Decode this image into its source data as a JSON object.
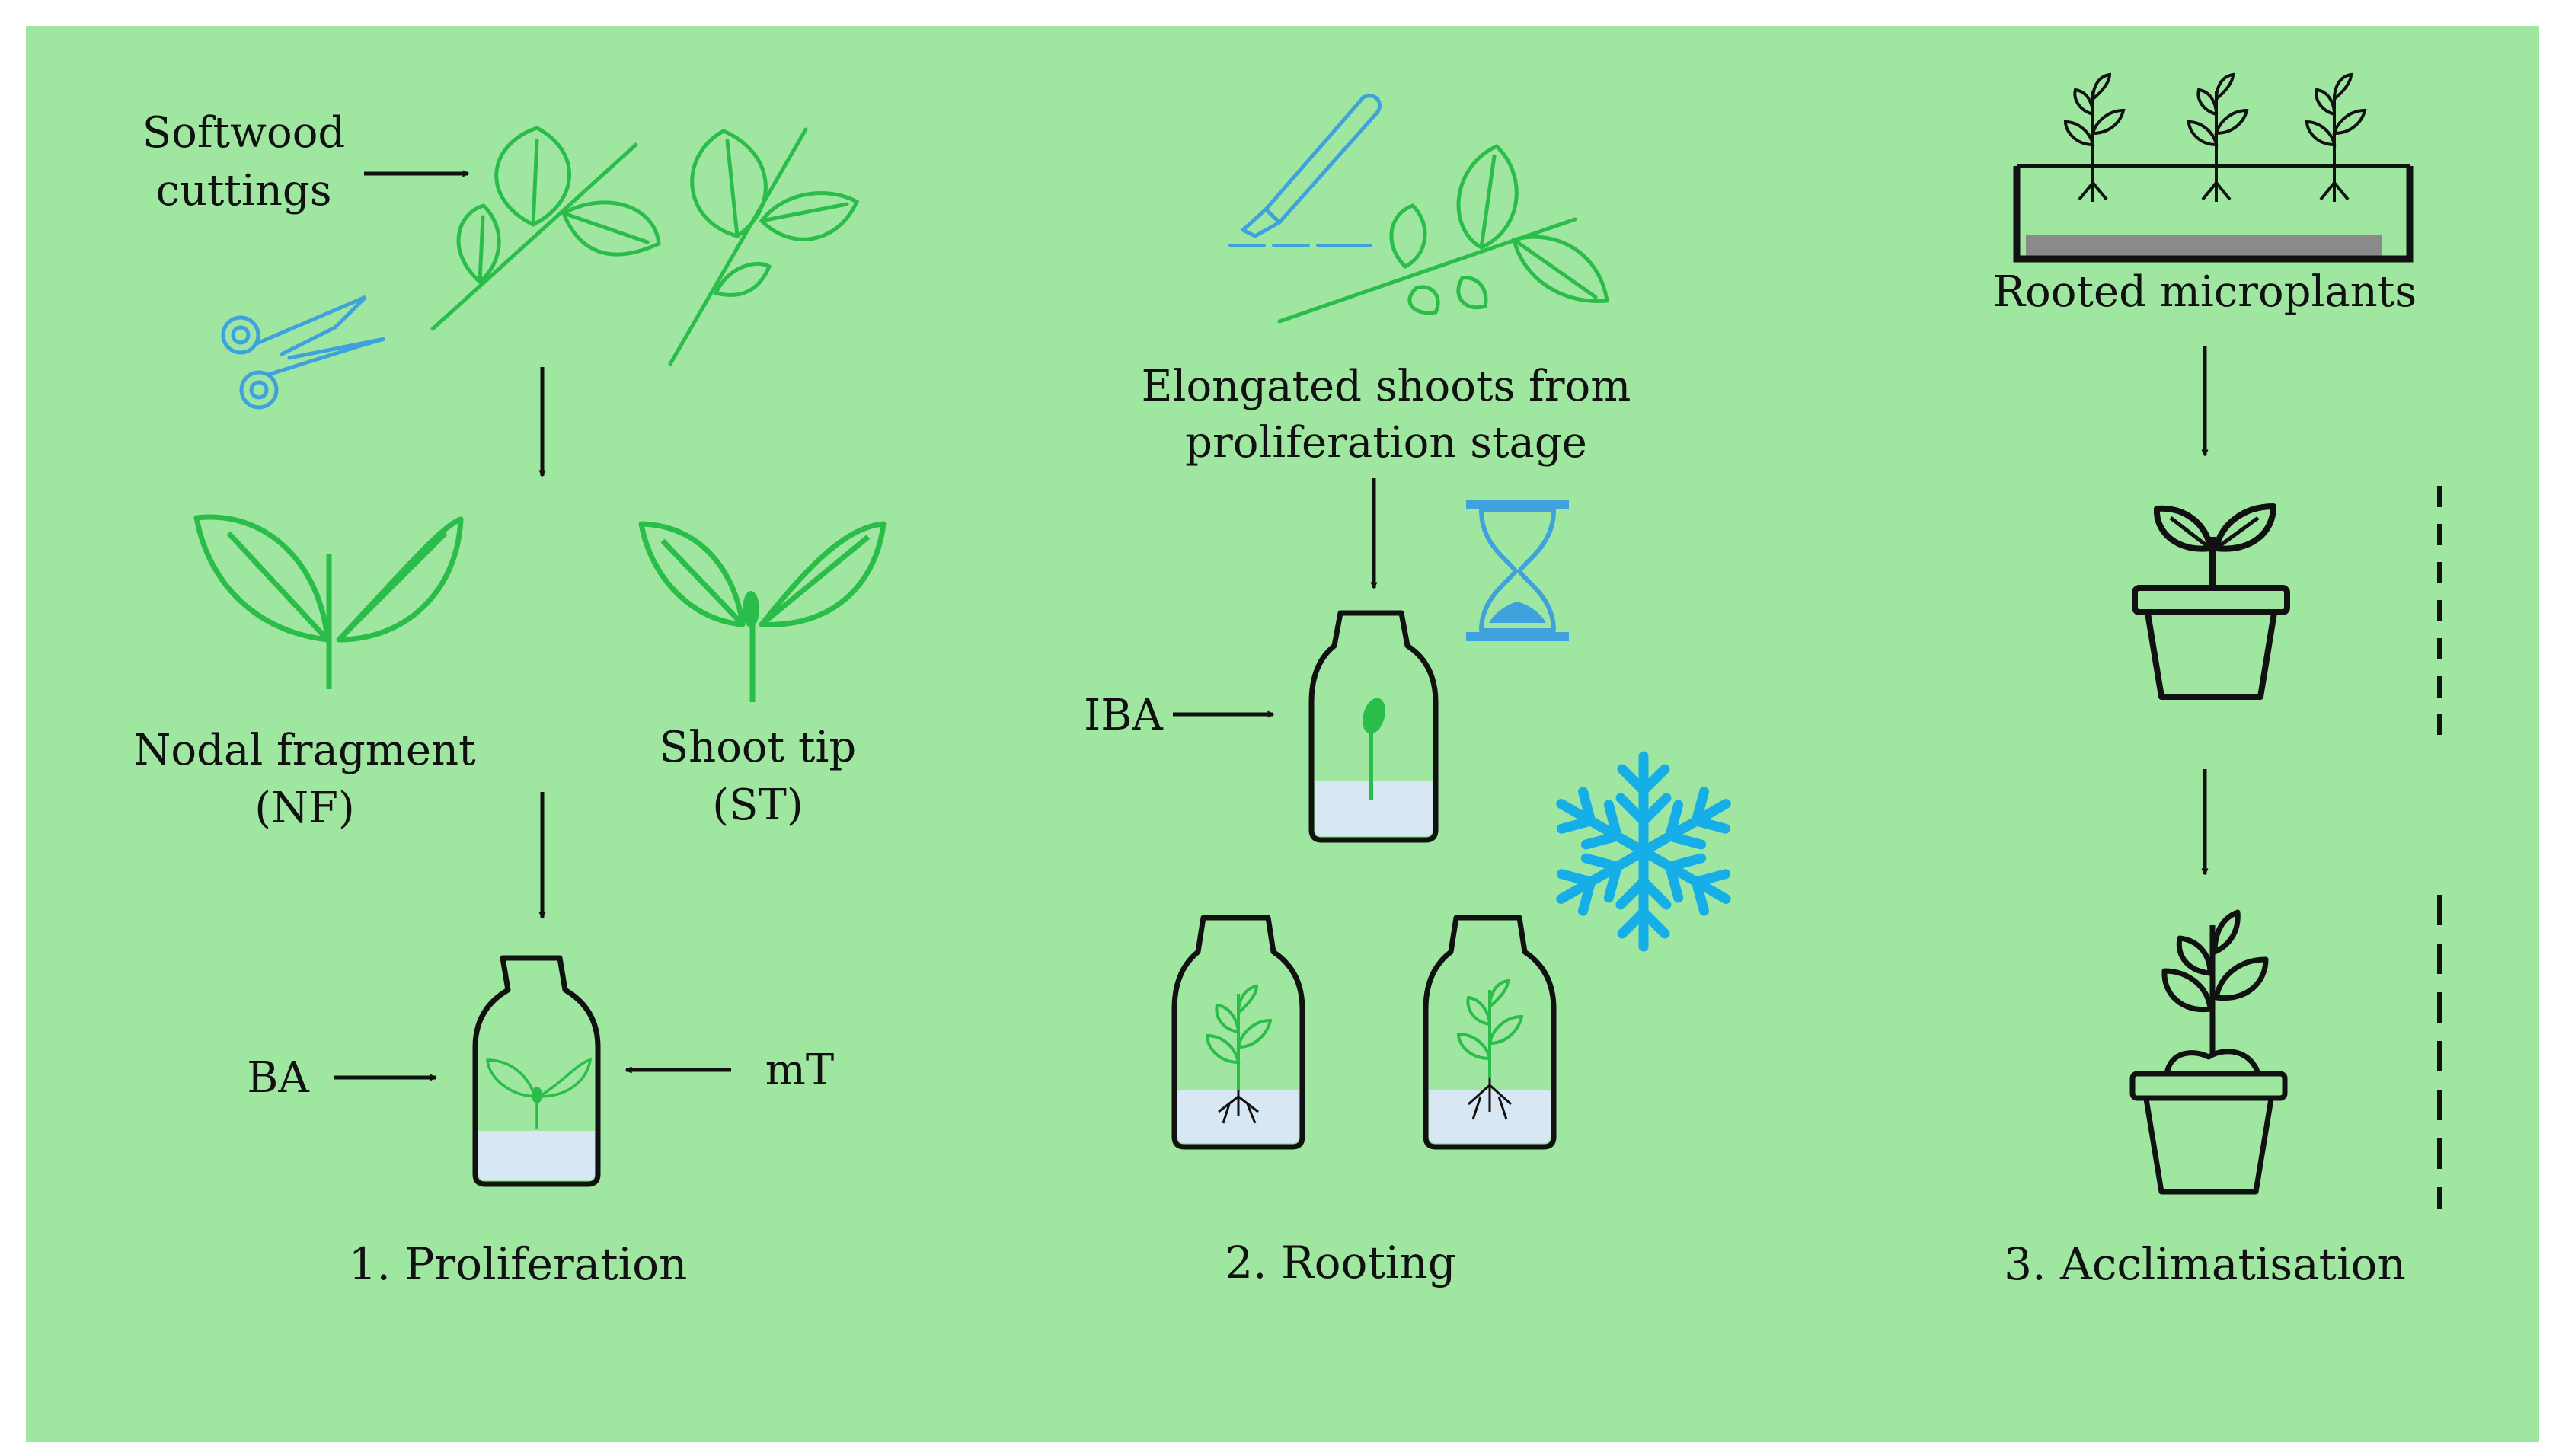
{
  "colors": {
    "background": "#9fe6a1",
    "plant_green": "#2bbd4a",
    "tool_blue": "#3fa2dc",
    "snow_blue": "#16aee6",
    "medium": "#d7e8f4",
    "outline": "#111111"
  },
  "icons": [
    "scissors-icon",
    "scalpel-icon",
    "hourglass-icon",
    "snowflake-icon",
    "jar-icon",
    "pot-icon",
    "seedling-icon",
    "leaf-icon",
    "tray-icon"
  ],
  "labels": {
    "softwood_line1": "Softwood",
    "softwood_line2": "cuttings",
    "nodal_line1": "Nodal fragment",
    "nodal_line2": "(NF)",
    "shoot_line1": "Shoot tip",
    "shoot_line2": "(ST)",
    "ba": "BA",
    "mt": "mT",
    "elongated_line1": "Elongated shoots from",
    "elongated_line2": "proliferation stage",
    "iba": "IBA",
    "rooted": "Rooted microplants"
  },
  "stages": {
    "proliferation": "1. Proliferation",
    "rooting": "2. Rooting",
    "acclimatisation": "3. Acclimatisation"
  }
}
